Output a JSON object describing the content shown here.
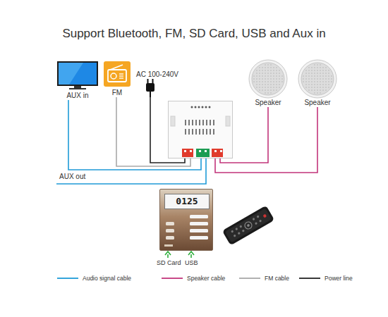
{
  "diagram": {
    "title": "Support Bluetooth, FM, SD Card, USB and Aux in",
    "nodes": [
      {
        "text": [
          "AUX in"
        ]
      },
      {
        "text": [
          "FM"
        ]
      },
      {
        "text": [
          "AC 100-240V"
        ]
      },
      {
        "text": [
          "Speaker"
        ]
      },
      {
        "text": [
          "Speaker"
        ]
      },
      {
        "text": []
      },
      {
        "text": [
          "0125"
        ]
      }
    ],
    "edges": [
      {
        "from": 0,
        "to": 5,
        "arrow": "none"
      },
      {
        "from": 1,
        "to": 5,
        "arrow": "none"
      },
      {
        "from": 2,
        "to": 5,
        "arrow": "none"
      },
      {
        "from": 5,
        "to": 3,
        "arrow": "none"
      },
      {
        "from": 5,
        "to": 4,
        "arrow": "none"
      }
    ],
    "labels": [
      "AUX out",
      "SD Card",
      "USB"
    ],
    "legend": [
      {
        "text": "Audio signal cable"
      },
      {
        "text": "Speaker cable"
      },
      {
        "text": "FM cable"
      },
      {
        "text": "Power line"
      }
    ]
  }
}
